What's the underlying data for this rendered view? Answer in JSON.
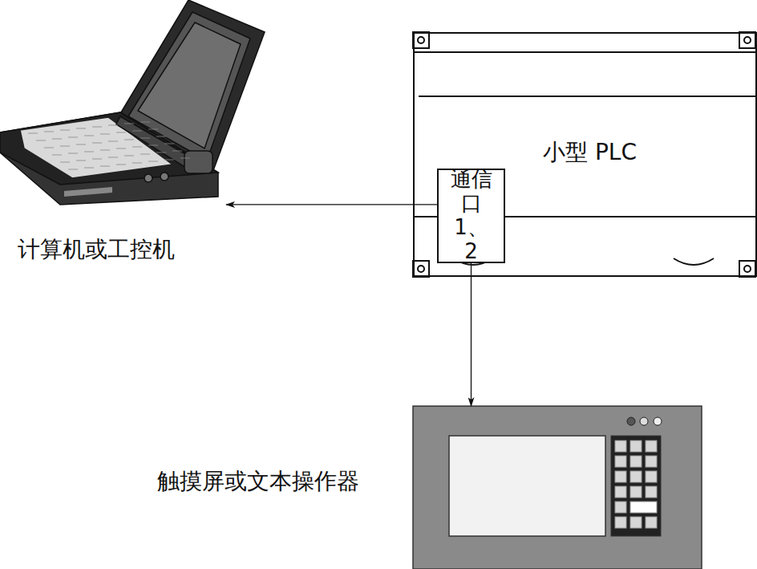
{
  "diagram": {
    "nodes": [
      {
        "text": [
          "计算机或工控机"
        ]
      },
      {
        "text": [
          "小型 PLC"
        ]
      },
      {
        "text": [
          "通信 口 1、2"
        ],
        "in": 1
      },
      {
        "text": [
          "触摸屏或文本操作器"
        ]
      }
    ],
    "edges": [
      {
        "from": 2,
        "to": 0,
        "arrow": "to"
      },
      {
        "from": 2,
        "to": 3,
        "arrow": "to"
      }
    ]
  }
}
